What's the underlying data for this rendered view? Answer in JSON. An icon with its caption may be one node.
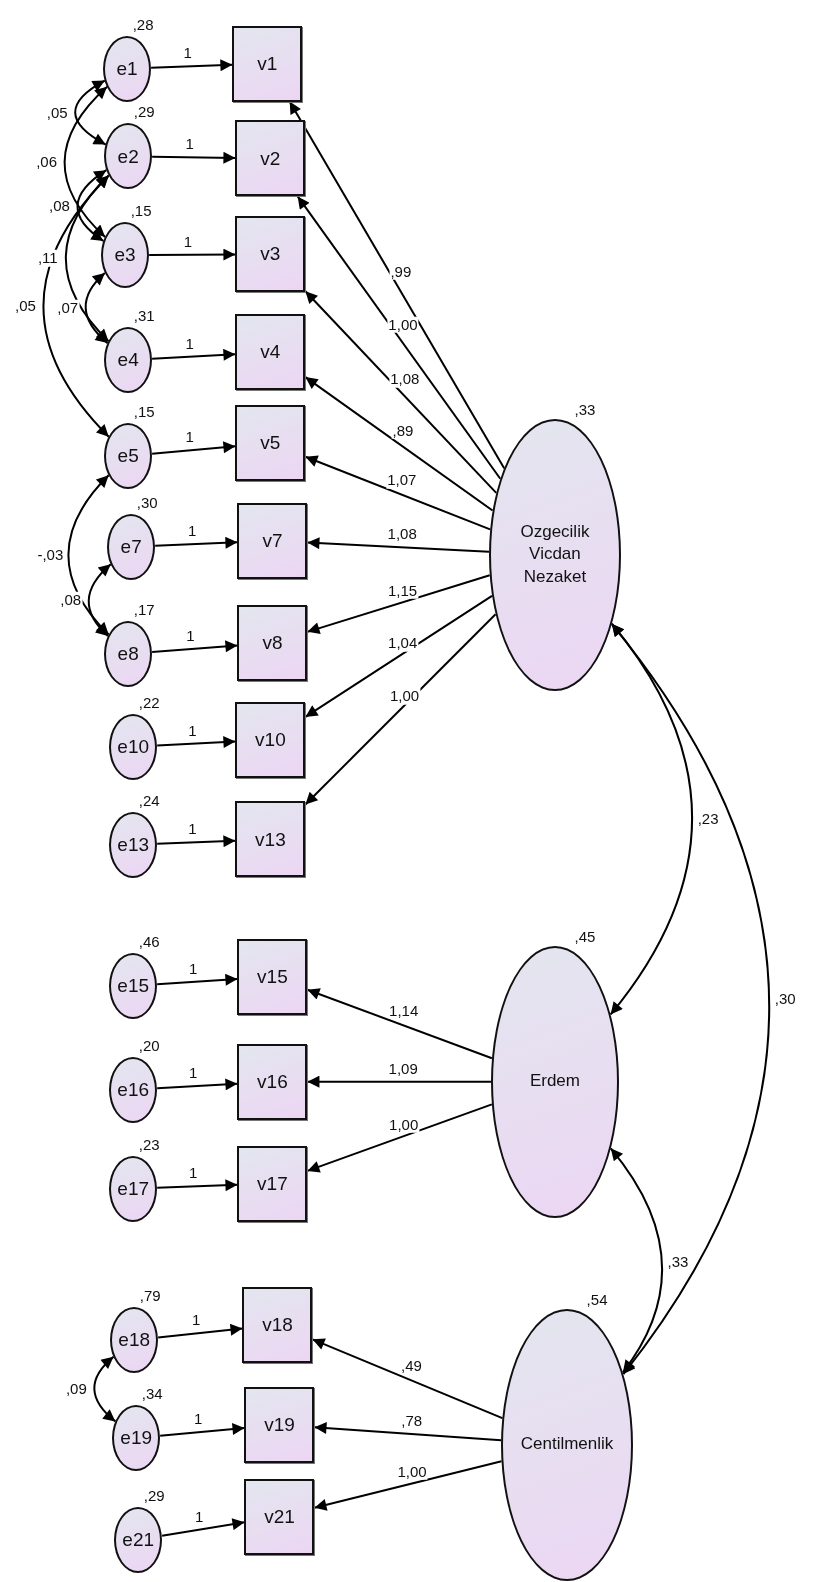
{
  "diagram": {
    "nodes": [
      {
        "text": [
          "e1"
        ],
        "beside": [
          ",28"
        ]
      },
      {
        "text": [
          "e2"
        ],
        "beside": [
          ",29"
        ]
      },
      {
        "text": [
          "e3"
        ],
        "beside": [
          ",15"
        ]
      },
      {
        "text": [
          "e4"
        ],
        "beside": [
          ",31"
        ]
      },
      {
        "text": [
          "e5"
        ],
        "beside": [
          ",15"
        ]
      },
      {
        "text": [
          "e7"
        ],
        "beside": [
          ",30"
        ]
      },
      {
        "text": [
          "e8"
        ],
        "beside": [
          ",17"
        ]
      },
      {
        "text": [
          "e10"
        ],
        "beside": [
          ",22"
        ]
      },
      {
        "text": [
          "e13"
        ],
        "beside": [
          ",24"
        ]
      },
      {
        "text": [
          "e15"
        ],
        "beside": [
          ",46"
        ]
      },
      {
        "text": [
          "e16"
        ],
        "beside": [
          ",20"
        ]
      },
      {
        "text": [
          "e17"
        ],
        "beside": [
          ",23"
        ]
      },
      {
        "text": [
          "e18"
        ],
        "beside": [
          ",79"
        ]
      },
      {
        "text": [
          "e19"
        ],
        "beside": [
          ",34"
        ]
      },
      {
        "text": [
          "e21"
        ],
        "beside": [
          ",29"
        ]
      },
      {
        "text": [
          "v1"
        ]
      },
      {
        "text": [
          "v2"
        ]
      },
      {
        "text": [
          "v3"
        ]
      },
      {
        "text": [
          "v4"
        ]
      },
      {
        "text": [
          "v5"
        ]
      },
      {
        "text": [
          "v7"
        ]
      },
      {
        "text": [
          "v8"
        ]
      },
      {
        "text": [
          "v10"
        ]
      },
      {
        "text": [
          "v13"
        ]
      },
      {
        "text": [
          "v15"
        ]
      },
      {
        "text": [
          "v16"
        ]
      },
      {
        "text": [
          "v17"
        ]
      },
      {
        "text": [
          "v18"
        ]
      },
      {
        "text": [
          "v19"
        ]
      },
      {
        "text": [
          "v21"
        ]
      },
      {
        "text": [
          "Ozgecilik Vicdan Nezaket"
        ],
        "beside": [
          ",33"
        ]
      },
      {
        "text": [
          "Erdem"
        ],
        "beside": [
          ",45"
        ]
      },
      {
        "text": [
          "Centilmenlik"
        ],
        "beside": [
          ",54"
        ]
      }
    ],
    "edges": [
      {
        "from": 0,
        "to": 15,
        "arrow": "to",
        "label": "1"
      },
      {
        "from": 1,
        "to": 16,
        "arrow": "to",
        "label": "1"
      },
      {
        "from": 2,
        "to": 17,
        "arrow": "to",
        "label": "1"
      },
      {
        "from": 3,
        "to": 18,
        "arrow": "to",
        "label": "1"
      },
      {
        "from": 4,
        "to": 19,
        "arrow": "to",
        "label": "1"
      },
      {
        "from": 5,
        "to": 20,
        "arrow": "to",
        "label": "1"
      },
      {
        "from": 6,
        "to": 21,
        "arrow": "to",
        "label": "1"
      },
      {
        "from": 7,
        "to": 22,
        "arrow": "to",
        "label": "1"
      },
      {
        "from": 8,
        "to": 23,
        "arrow": "to",
        "label": "1"
      },
      {
        "from": 9,
        "to": 24,
        "arrow": "to",
        "label": "1"
      },
      {
        "from": 10,
        "to": 25,
        "arrow": "to",
        "label": "1"
      },
      {
        "from": 11,
        "to": 26,
        "arrow": "to",
        "label": "1"
      },
      {
        "from": 12,
        "to": 27,
        "arrow": "to",
        "label": "1"
      },
      {
        "from": 13,
        "to": 28,
        "arrow": "to",
        "label": "1"
      },
      {
        "from": 14,
        "to": 29,
        "arrow": "to",
        "label": "1"
      },
      {
        "from": 30,
        "to": 15,
        "arrow": "to",
        "label": ",99"
      },
      {
        "from": 30,
        "to": 16,
        "arrow": "to",
        "label": "1,00"
      },
      {
        "from": 30,
        "to": 17,
        "arrow": "to",
        "label": "1,08"
      },
      {
        "from": 30,
        "to": 18,
        "arrow": "to",
        "label": ",89"
      },
      {
        "from": 30,
        "to": 19,
        "arrow": "to",
        "label": "1,07"
      },
      {
        "from": 30,
        "to": 20,
        "arrow": "to",
        "label": "1,08"
      },
      {
        "from": 30,
        "to": 21,
        "arrow": "to",
        "label": "1,15"
      },
      {
        "from": 30,
        "to": 22,
        "arrow": "to",
        "label": "1,04"
      },
      {
        "from": 30,
        "to": 23,
        "arrow": "to",
        "label": "1,00"
      },
      {
        "from": 31,
        "to": 24,
        "arrow": "to",
        "label": "1,14"
      },
      {
        "from": 31,
        "to": 25,
        "arrow": "to",
        "label": "1,09"
      },
      {
        "from": 31,
        "to": 26,
        "arrow": "to",
        "label": "1,00"
      },
      {
        "from": 32,
        "to": 27,
        "arrow": "to",
        "label": ",49"
      },
      {
        "from": 32,
        "to": 28,
        "arrow": "to",
        "label": ",78"
      },
      {
        "from": 32,
        "to": 29,
        "arrow": "to",
        "label": "1,00"
      },
      {
        "from": 0,
        "to": 1,
        "arrow": "both",
        "label": ",05"
      },
      {
        "from": 0,
        "to": 2,
        "arrow": "both",
        "label": ",06"
      },
      {
        "from": 1,
        "to": 2,
        "arrow": "both",
        "label": ",08"
      },
      {
        "from": 1,
        "to": 3,
        "arrow": "both",
        "label": ",11"
      },
      {
        "from": 2,
        "to": 3,
        "arrow": "both",
        "label": ",07"
      },
      {
        "from": 1,
        "to": 4,
        "arrow": "both",
        "label": ",05"
      },
      {
        "from": 4,
        "to": 6,
        "arrow": "both",
        "label": "-,03"
      },
      {
        "from": 5,
        "to": 6,
        "arrow": "both",
        "label": ",08"
      },
      {
        "from": 12,
        "to": 13,
        "arrow": "both",
        "label": ",09"
      },
      {
        "from": 30,
        "to": 31,
        "arrow": "both",
        "label": ",23"
      },
      {
        "from": 30,
        "to": 32,
        "arrow": "both",
        "label": ",30"
      },
      {
        "from": 31,
        "to": 32,
        "arrow": "both",
        "label": ",33"
      }
    ]
  }
}
